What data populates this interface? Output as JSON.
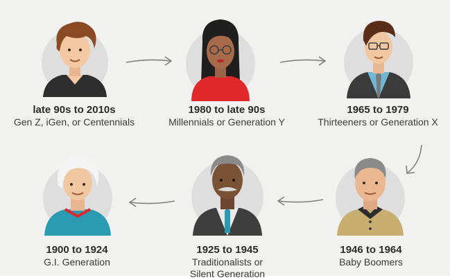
{
  "generations": [
    {
      "years": "late 90s to 2010s",
      "label": "Gen Z, iGen, or Centennials",
      "portrait": "teen-boy-portrait-icon"
    },
    {
      "years": "1980 to late 90s",
      "label": "Millennials or Generation Y",
      "portrait": "young-woman-portrait-icon"
    },
    {
      "years": "1965 to 1979",
      "label": "Thirteeners or Generation X",
      "portrait": "man-glasses-tie-portrait-icon"
    },
    {
      "years": "1946 to 1964",
      "label": "Baby Boomers",
      "portrait": "middle-aged-man-portrait-icon"
    },
    {
      "years": "1925 to 1945",
      "label": "Traditionalists or",
      "label2": "Silent Generation",
      "portrait": "older-man-mustache-portrait-icon"
    },
    {
      "years": "1900 to 1924",
      "label": "G.I. Generation",
      "portrait": "elderly-woman-portrait-icon"
    }
  ],
  "colors": {
    "background": "#f1f1ef",
    "circle": "#dedede",
    "skin_light": "#f3c8a3",
    "skin_dark": "#7a5236",
    "accent_red": "#e0282b",
    "accent_teal": "#2a9bb0",
    "arrow": "#7f7f7f",
    "text": "#2b2b2b"
  }
}
